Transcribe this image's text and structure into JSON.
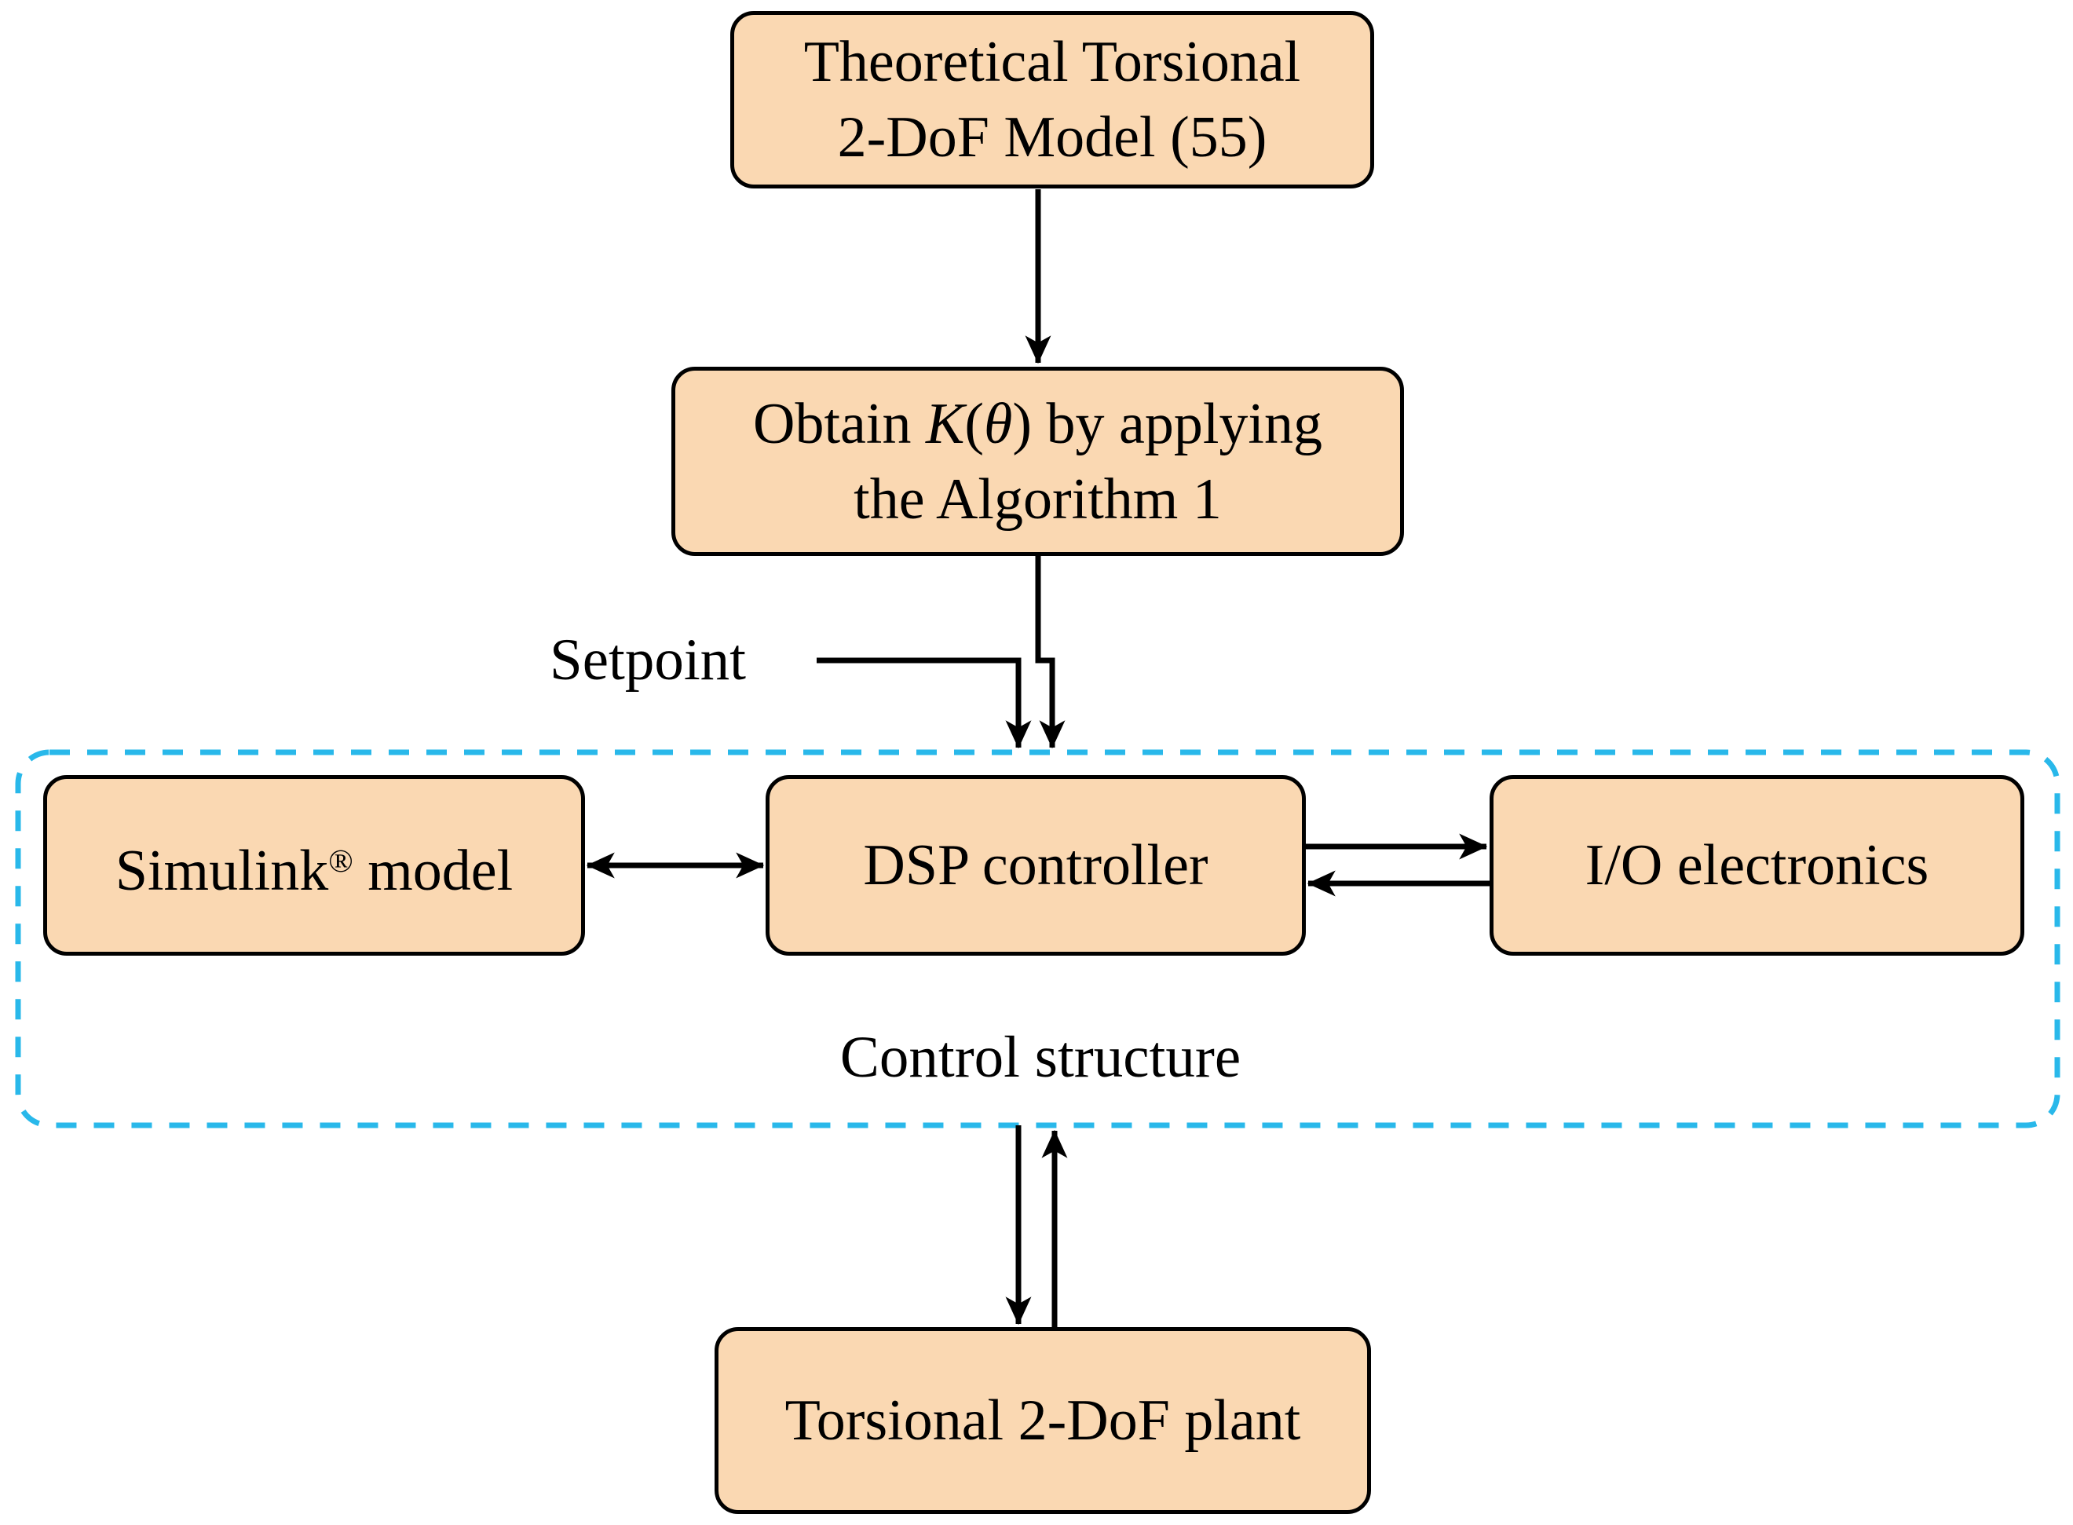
{
  "figure": {
    "type": "flowchart",
    "colors": {
      "background": "#FFFFFF",
      "node_fill": "#FAD8B2",
      "node_border": "#000000",
      "dashed_container_border": "#29B8EA",
      "arrow": "#000000",
      "text": "#000000"
    },
    "nodes": {
      "theoretical": {
        "line1": "Theoretical Torsional",
        "line2": "2-DoF Model (55)"
      },
      "obtain": {
        "prefix": "Obtain ",
        "var_k": "K",
        "paren_open": "(",
        "theta": "θ",
        "paren_close": ")",
        "suffix": " by applying",
        "line2": "the Algorithm 1"
      },
      "simulink": {
        "name": "Simulink",
        "registered_mark": "®",
        "suffix": " model"
      },
      "dsp": {
        "label": "DSP controller"
      },
      "io": {
        "label": "I/O electronics"
      },
      "plant": {
        "label": "Torsional 2-DoF plant"
      }
    },
    "labels": {
      "setpoint": "Setpoint",
      "control_structure": "Control structure"
    },
    "edges": [
      {
        "from": "theoretical-model",
        "to": "obtain-k",
        "type": "arrow"
      },
      {
        "from": "obtain-k",
        "to": "control-structure",
        "type": "arrow"
      },
      {
        "from": "setpoint",
        "to": "control-structure",
        "type": "arrow"
      },
      {
        "from": "simulink-model",
        "to": "dsp-controller",
        "type": "double-arrow"
      },
      {
        "from": "dsp-controller",
        "to": "io-electronics",
        "type": "arrow"
      },
      {
        "from": "io-electronics",
        "to": "dsp-controller",
        "type": "arrow"
      },
      {
        "from": "control-structure",
        "to": "torsional-plant",
        "type": "arrow"
      },
      {
        "from": "torsional-plant",
        "to": "control-structure",
        "type": "arrow"
      }
    ]
  }
}
